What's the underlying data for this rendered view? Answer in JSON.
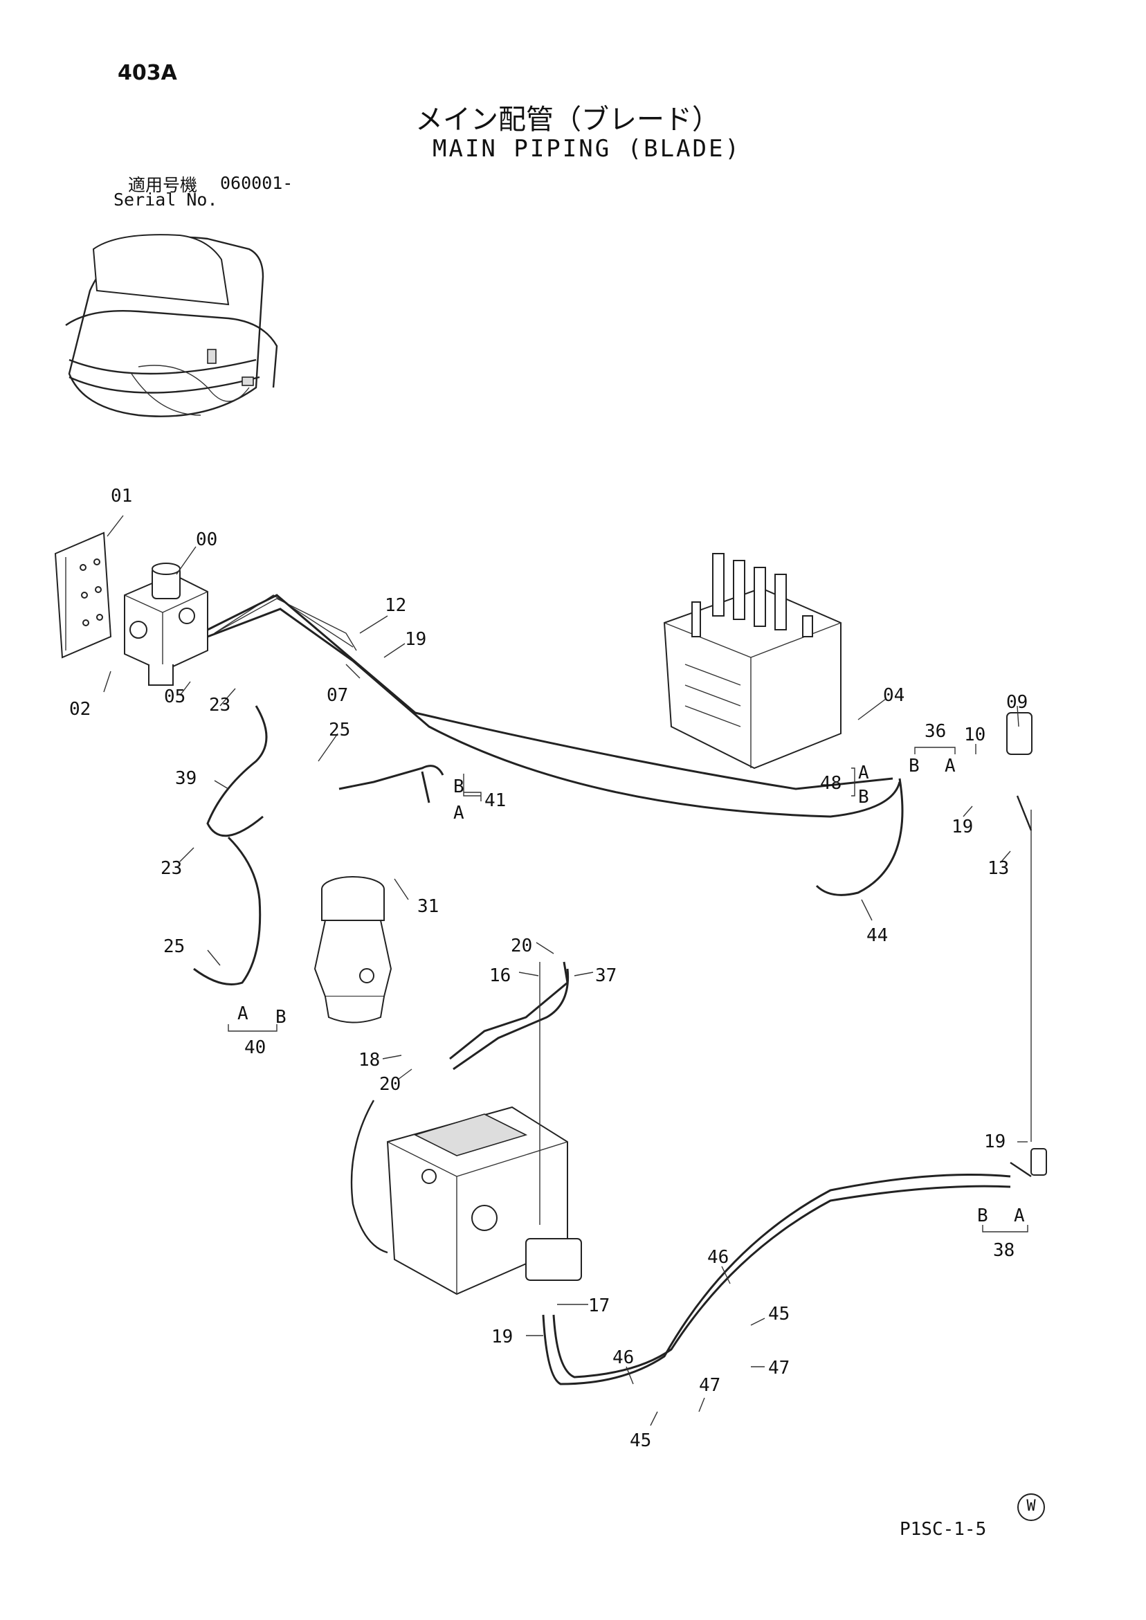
{
  "header": {
    "page_code": "403A",
    "title_jp": "メイン配管（ブレード）",
    "title_en": "MAIN PIPING (BLADE)",
    "serial_label_jp": "適用号機",
    "serial_value": "060001-",
    "serial_label_en": "Serial No."
  },
  "footer": {
    "drawing_code": "P1SC-1-5",
    "watermark_symbol": "W"
  },
  "callouts": {
    "c01": "01",
    "c00": "00",
    "c02": "02",
    "c05": "05",
    "c23a": "23",
    "c12": "12",
    "c19a": "19",
    "c07": "07",
    "c25a": "25",
    "c39": "39",
    "c41": "41",
    "c41b": "B",
    "c41a": "A",
    "c23b": "23",
    "c31": "31",
    "c25b": "25",
    "c40": "40",
    "c40a": "A",
    "c40b": "B",
    "c04": "04",
    "c36": "36",
    "c36b": "B",
    "c36a": "A",
    "c10": "10",
    "c09": "09",
    "c48": "48",
    "c48a": "A",
    "c48b": "B",
    "c19b": "19",
    "c13": "13",
    "c44": "44",
    "c20a": "20",
    "c16": "16",
    "c37": "37",
    "c18": "18",
    "c20b": "20",
    "c19c": "19",
    "c38": "38",
    "c38b": "B",
    "c38a": "A",
    "c46a": "46",
    "c45a": "45",
    "c47a": "47",
    "c17": "17",
    "c19d": "19",
    "c46b": "46",
    "c47b": "47",
    "c45b": "45"
  }
}
